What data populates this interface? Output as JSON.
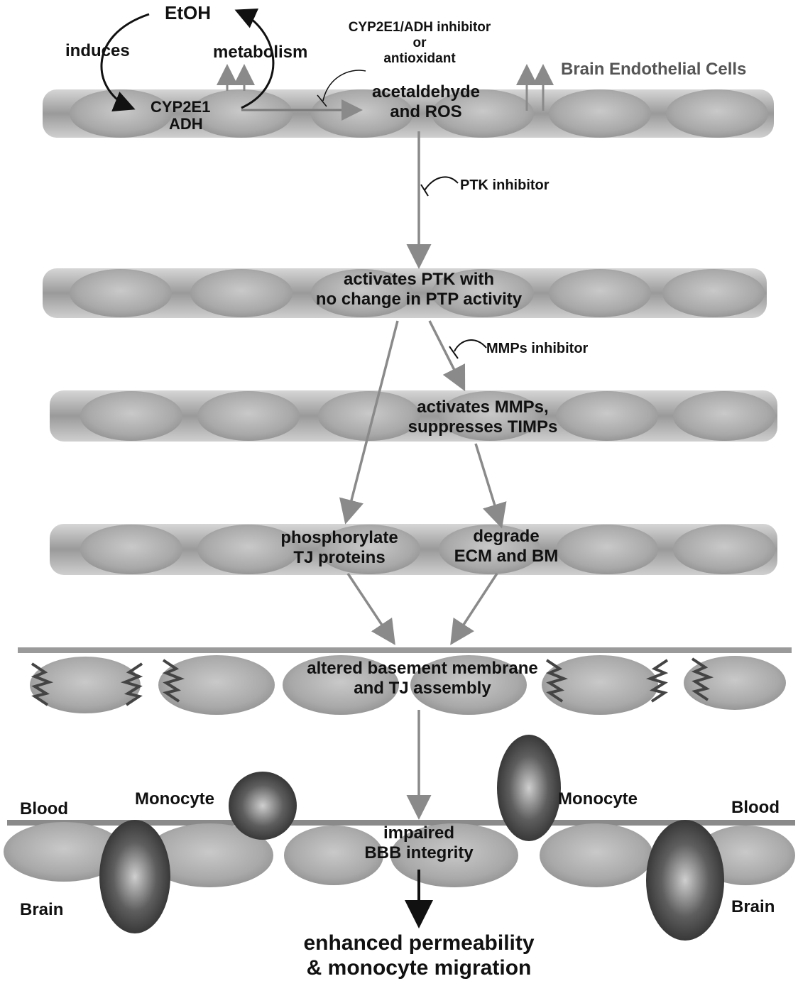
{
  "labels": {
    "etoh": "EtOH",
    "induces": "induces",
    "metabolism": "metabolism",
    "cyp2e1": "CYP2E1",
    "adh": "ADH",
    "inhibitor_top": [
      "CYP2E1/ADH inhibitor",
      "or",
      "antioxidant"
    ],
    "bec": "Brain Endothelial Cells",
    "acetaldehyde": [
      "acetaldehyde",
      "and ROS"
    ],
    "ptk_inhibitor": "PTK inhibitor",
    "activates_ptk": [
      "activates PTK with",
      "no change in PTP activity"
    ],
    "mmps_inhibitor": "MMPs inhibitor",
    "activates_mmps": [
      "activates MMPs,",
      "suppresses TIMPs"
    ],
    "phosphorylate": [
      "phosphorylate",
      "TJ proteins"
    ],
    "degrade": [
      "degrade",
      "ECM and BM"
    ],
    "altered": [
      "altered basement membrane",
      "and TJ assembly"
    ],
    "blood_left": "Blood",
    "monocyte_left": "Monocyte",
    "monocyte_right": "Monocyte",
    "blood_right": "Blood",
    "impaired": [
      "impaired",
      "BBB integrity"
    ],
    "brain_left": "Brain",
    "brain_right": "Brain",
    "outcome": [
      "enhanced permeability",
      "& monocyte migration"
    ]
  },
  "colors": {
    "arrow_gray": "#8a8a8a",
    "arrow_black": "#111111",
    "cell": "#b9b9b9",
    "membrane": "#9a9a9a"
  }
}
